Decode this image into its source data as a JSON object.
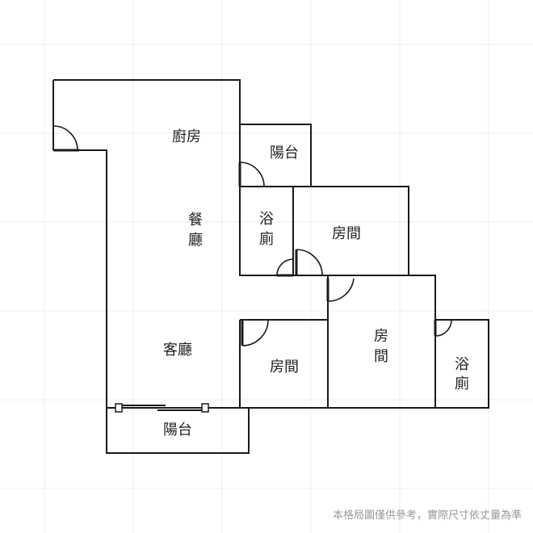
{
  "floorplan": {
    "rooms": {
      "kitchen": "廚房",
      "balcony_top": "陽台",
      "dining_line1": "餐",
      "dining_line2": "廳",
      "bath1_line1": "浴",
      "bath1_line2": "廁",
      "room1": "房間",
      "living": "客廳",
      "room2": "房間",
      "room3_line1": "房",
      "room3_line2": "間",
      "bath2_line1": "浴",
      "bath2_line2": "廁",
      "balcony_bottom": "陽台"
    },
    "disclaimer": "本格局圖僅供參考，實際尺寸依丈量為準"
  },
  "colors": {
    "wall": "#1a1a1a",
    "watermark": "#ececec",
    "background": "#ffffff",
    "disclaimer": "#9a9a9a"
  }
}
